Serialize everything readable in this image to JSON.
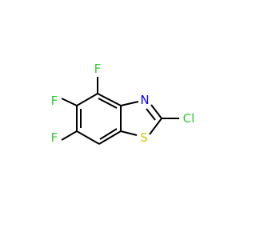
{
  "molecule": {
    "atoms": {
      "f4": {
        "symbol": "F",
        "color": "#33cc33"
      },
      "f5": {
        "symbol": "F",
        "color": "#33cc33"
      },
      "f6": {
        "symbol": "F",
        "color": "#33cc33"
      },
      "n3": {
        "symbol": "N",
        "color": "#0000ff"
      },
      "s1": {
        "symbol": "S",
        "color": "#cccc00"
      },
      "cl": {
        "symbol": "Cl",
        "color": "#33cc33"
      }
    }
  }
}
